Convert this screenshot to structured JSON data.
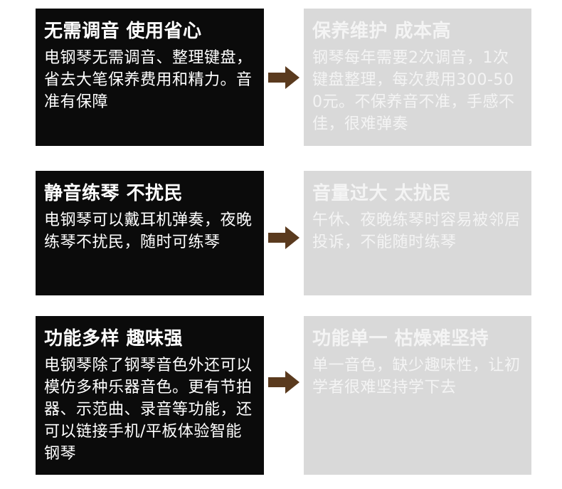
{
  "rows": [
    {
      "left": {
        "title": "无需调音 使用省心",
        "body": "电钢琴无需调音、整理键盘，省去大笔保养费用和精力。音准有保障"
      },
      "right": {
        "title": "保养维护 成本高",
        "body": "钢琴每年需要2次调音，1次键盘整理，每次费用300-500元。不保养音不准，手感不佳，很难弹奏"
      }
    },
    {
      "left": {
        "title": "静音练琴 不扰民",
        "body": "电钢琴可以戴耳机弹奏，夜晚练琴不扰民，随时可练琴"
      },
      "right": {
        "title": "音量过大 太扰民",
        "body": "午休、夜晚练琴时容易被邻居投诉，不能随时练琴"
      }
    },
    {
      "left": {
        "title": "功能多样 趣味强",
        "body": "电钢琴除了钢琴音色外还可以模仿多种乐器音色。更有节拍器、示范曲、录音等功能，还可以链接手机/平板体验智能钢琴"
      },
      "right": {
        "title": "功能单一 枯燥难坚持",
        "body": "单一音色，缺少趣味性，让初学者很难坚持学下去"
      }
    }
  ],
  "colors": {
    "dark_card": "#0b0b0b",
    "light_card": "#d9d9d9",
    "arrow": "#5a3a1e"
  },
  "icons": {
    "arrow": "right-arrow-icon"
  }
}
